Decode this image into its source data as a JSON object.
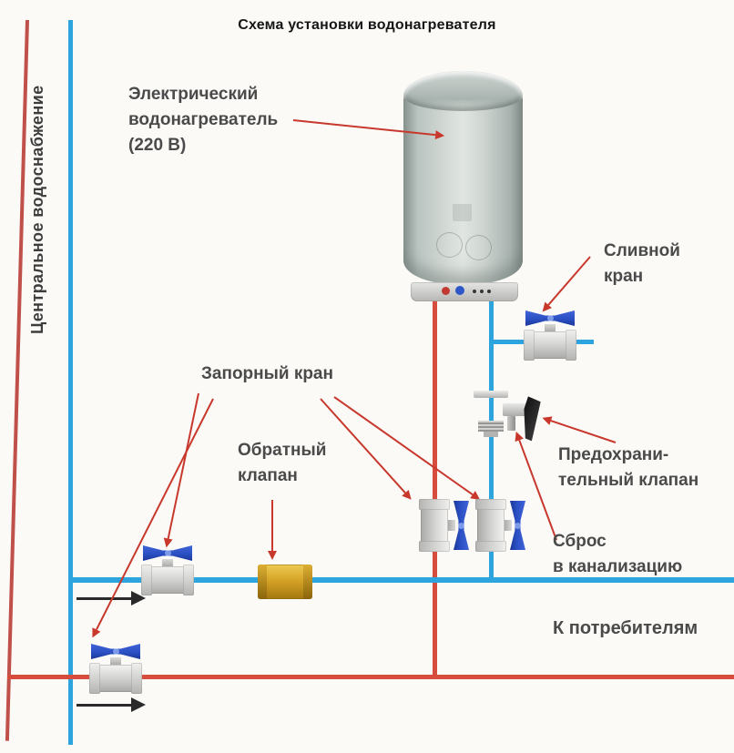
{
  "title": "Схема установки водонагревателя",
  "side_label": "Центральное водоснабжение",
  "labels": {
    "heater": "Электрический\nводонагреватель\n(220 В)",
    "drain_valve": "Сливной\nкран",
    "shutoff_valve": "Запорный кран",
    "check_valve": "Обратный\nклапан",
    "safety_valve": "Предохрани-\nтельный клапан",
    "sewer_discharge": "Сброс\nв канализацию",
    "consumers": "К потребителям"
  },
  "icons": {
    "ball_valve": "ball-valve-blue-handle",
    "check_valve": "brass-check-valve",
    "safety_valve": "safety-relief-valve",
    "water_heater": "cylindrical-boiler",
    "flow_arrow": "black-right-arrow",
    "annotation_arrow": "red-pointer-arrow"
  },
  "colors": {
    "background": "#fbfaf7",
    "cold_pipe": "#2ea4de",
    "hot_pipe": "#d64d3d",
    "supply_hot_line": "#c0504a",
    "annotation_arrow": "#c8382c",
    "flow_arrow": "#2a2a2a",
    "valve_handle": "#2b50c4",
    "brass": "#d3a124"
  }
}
